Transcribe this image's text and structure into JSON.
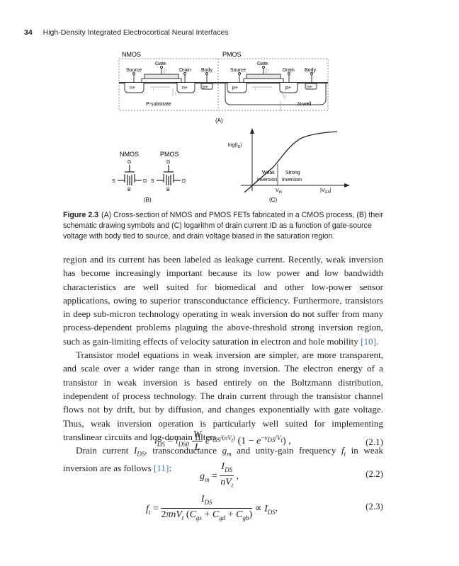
{
  "header": {
    "page_number": "34",
    "running_title": "High-Density Integrated Electrocortical Neural Interfaces"
  },
  "figure": {
    "panel_a": {
      "nmos_title": "NMOS",
      "pmos_title": "PMOS",
      "nmos_terminals": [
        "Gate",
        "Source",
        "Drain",
        "Body"
      ],
      "pmos_terminals": [
        "Gate",
        "Source",
        "Drain",
        "Body"
      ],
      "nmos_regions": [
        "n+",
        "n+",
        "p+"
      ],
      "pmos_regions": [
        "p+",
        "p+",
        "n+"
      ],
      "substrate_label": "P-substrate",
      "well_label": "N-well",
      "current_labels": [
        "I",
        "I",
        "I",
        "I",
        "I",
        "I",
        "I"
      ],
      "panel_label": "(A)"
    },
    "panel_b": {
      "nmos_title": "NMOS",
      "pmos_title": "PMOS",
      "nmos_pins": {
        "g": "G",
        "s": "S",
        "d": "D",
        "b": "B"
      },
      "pmos_pins": {
        "g": "G",
        "s": "S",
        "d": "D",
        "b": "B"
      },
      "panel_label": "(B)"
    },
    "panel_c": {
      "ylabel": "log(I",
      "ylabel_sub": "D",
      "ylabel_end": ")",
      "region_weak": [
        "Weak",
        "inversion"
      ],
      "region_strong": [
        "Strong",
        "inversion"
      ],
      "vth_label": "V",
      "vth_sub": "th",
      "vgs_label": "|V",
      "vgs_sub": "GS",
      "vgs_end": "|",
      "panel_label": "(C)"
    }
  },
  "caption": {
    "label": "Figure 2.3",
    "text": "(A) Cross-section of NMOS and PMOS FETs fabricated in a CMOS process, (B) their schematic drawing symbols and (C) logarithm of drain current ID as a function of gate-source voltage with body tied to source, and drain voltage biased in the saturation region."
  },
  "paragraphs": {
    "p1_a": "region and its current has been labeled as leakage current. Recently, weak inversion has become increasingly important because its low power and low bandwidth characteristics are well suited for biomedical and other low-power sensor applications, owing to superior transconductance efficiency. Furthermore, transistors in deep sub-micron technology operating in weak inversion do not suffer from many process-dependent problems plaguing the above-threshold strong inversion region, such as gain-limiting effects of velocity saturation in electron and hole mobility ",
    "p1_cite": "[10]",
    "p1_end": ".",
    "p2": "Transistor model equations in weak inversion are simpler, are more transparent, and scale over a wider range than in strong inversion. The electron energy of a transistor in weak inversion is based entirely on the Boltzmann distribution, independent of process technology. The drain current through the transistor channel flows not by drift, but by diffusion, and changes exponentially with gate voltage. Thus, weak inversion operation is particularly well suited for implementing translinear circuits and log-domain filters.",
    "p3_a": "Drain current ",
    "p3_b": ", transconductance ",
    "p3_c": " and unity-gain frequency ",
    "p3_d": " in weak inversion are as follows ",
    "p3_cite": "[11]",
    "p3_end": ":"
  },
  "equations": [
    {
      "number": "(2.1)"
    },
    {
      "number": "(2.2)"
    },
    {
      "number": "(2.3)"
    }
  ]
}
